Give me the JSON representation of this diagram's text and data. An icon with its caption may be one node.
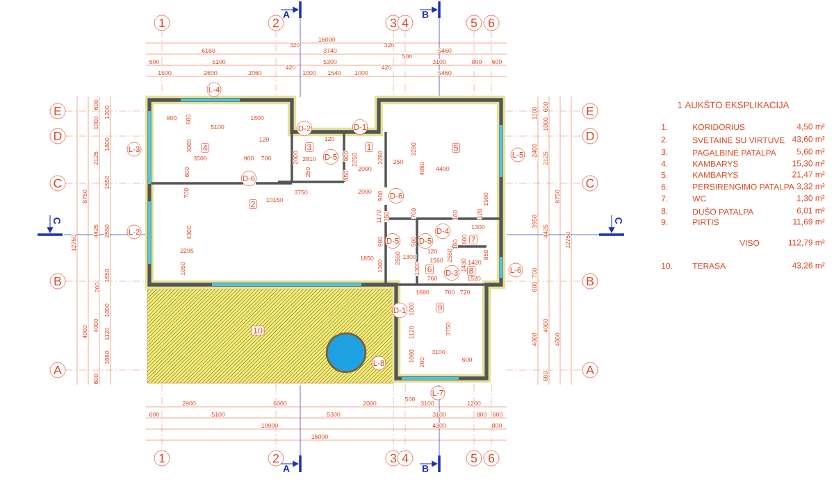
{
  "diagram": {
    "title": "1 AUKŠTO EKSPLIKACIJA",
    "labels": [
      "A",
      "B",
      "1",
      "2",
      "3",
      "4",
      "5",
      "6",
      "16000",
      "320",
      "320",
      "6160",
      "3740",
      "5460",
      "600",
      "5100",
      "5300",
      "500",
      "3100",
      "800",
      "600",
      "1500",
      "2600",
      "2060",
      "420",
      "1000",
      "1540",
      "1000",
      "420",
      "5460",
      "L-4",
      "E",
      "D",
      "C",
      "B",
      "A",
      "600",
      "1200",
      "1000",
      "1800",
      "2125",
      "1550",
      "8750",
      "4425",
      "2550",
      "12750",
      "1650",
      "200",
      "1000",
      "4000",
      "4000",
      "1120",
      "1680",
      "600",
      "L-3",
      "L-2",
      "C",
      "E",
      "D",
      "C",
      "B",
      "A",
      "600",
      "1100",
      "1000",
      "2400",
      "2125",
      "8750",
      "3950",
      "4425",
      "12750",
      "700",
      "600",
      "4000",
      "4000",
      "4000",
      "600",
      "L-5",
      "L-6",
      "C",
      "D-2",
      "D-1",
      "900",
      "600",
      "1600",
      "5100",
      "120",
      "3000",
      "4",
      "3",
      "120",
      "D-5",
      "1",
      "5",
      "2000",
      "2810",
      "900",
      "2250",
      "2280",
      "3280",
      "4880",
      "250",
      "4400",
      "3500",
      "900",
      "700",
      "600",
      "250",
      "850",
      "2000",
      "D-6",
      "700",
      "3750",
      "2000",
      "D-6",
      "900",
      "1980",
      "10150",
      "2",
      "1170",
      "350",
      "700",
      "100",
      "120",
      "4300",
      "900",
      "D-5",
      "900",
      "D-5",
      "D-4",
      "100",
      "1300",
      "800",
      "7",
      "2295",
      "120",
      "2550",
      "850",
      "1850",
      "2550",
      "1300",
      "1560",
      "1420",
      "1050",
      "1300",
      "1300",
      "6",
      "D-3",
      "1430",
      "8",
      "760",
      "1520",
      "1680",
      "700",
      "720",
      "D-1",
      "1000",
      "9",
      "10",
      "1120",
      "3750",
      "L-8",
      "1080",
      "200",
      "3100",
      "600",
      "L-7",
      "2900",
      "6000",
      "2000",
      "500",
      "3100",
      "1200",
      "600",
      "5100",
      "5300",
      "3100",
      "800",
      "600",
      "10900",
      "4300",
      "800",
      "16000",
      "1",
      "2",
      "3",
      "4",
      "5",
      "6",
      "A",
      "B",
      "1.",
      "KORIDORIUS",
      "4,50 m²",
      "2.",
      "SVETAINĖ SU VIRTUVE",
      "43,60 m²",
      "3.",
      "PAGALBINĖ PATALPA",
      "5,60 m²",
      "4.",
      "KAMBARYS",
      "15,30 m²",
      "5.",
      "KAMBARYS",
      "21,47 m²",
      "6.",
      "PERSIRENGIMO PATALPA",
      "3,32 m²",
      "7.",
      "WC",
      "1,30 m²",
      "8.",
      "DUŠO PATALPA",
      "6,01 m²",
      "9.",
      "PIRTIS",
      "11,69 m²",
      "VISO",
      "112,79 m²",
      "10.",
      "TERASA",
      "43,26 m²"
    ]
  }
}
